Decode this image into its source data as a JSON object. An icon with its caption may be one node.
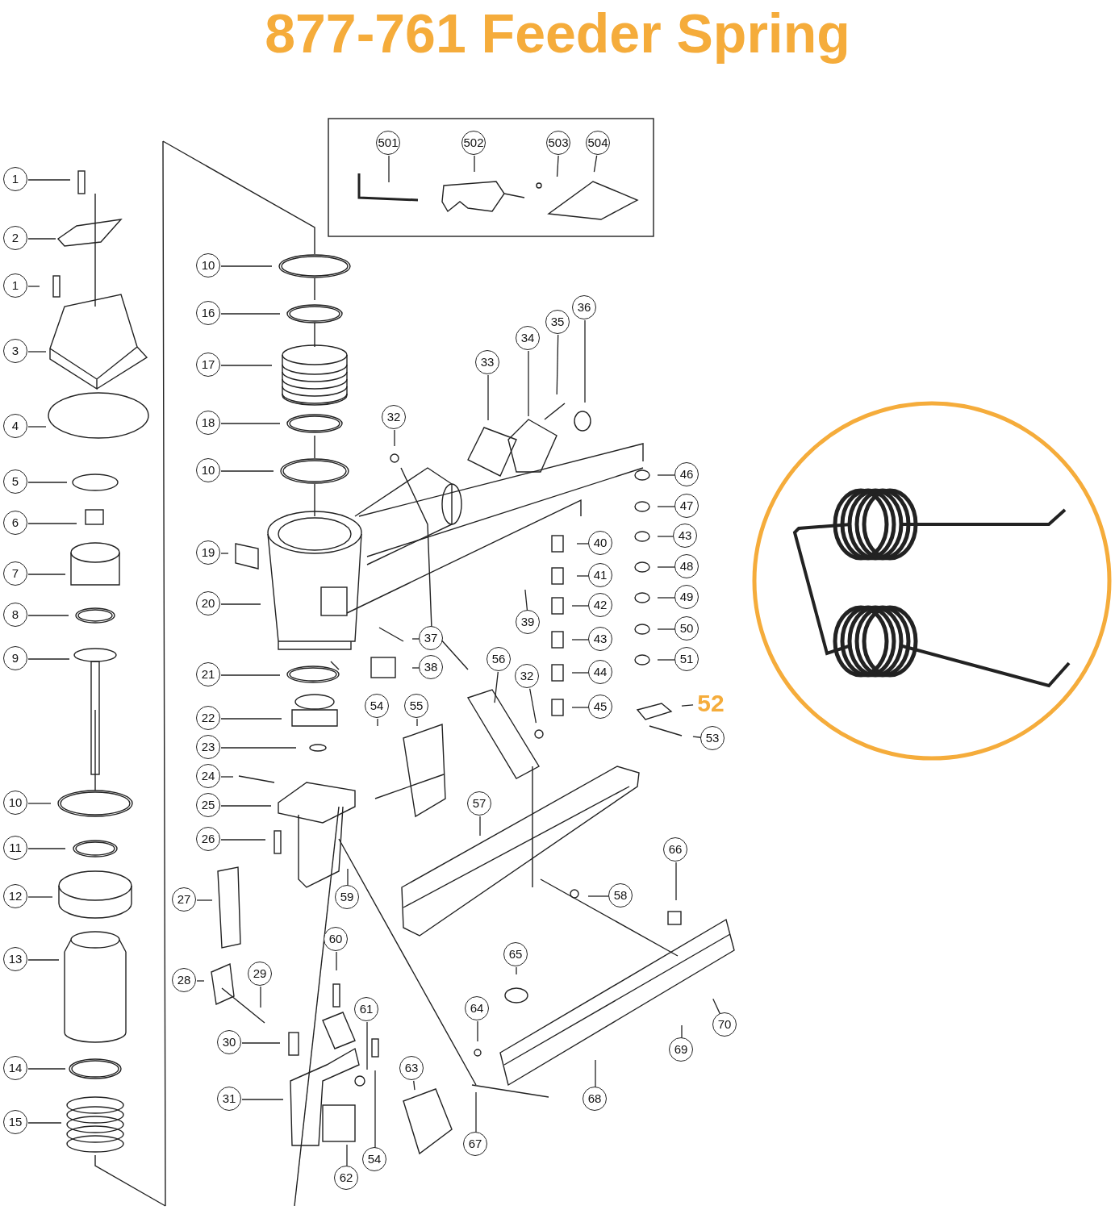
{
  "diagram": {
    "title": "877-761 Feeder Spring",
    "nodes": [
      {
        "text": [
          "501"
        ]
      },
      {
        "text": [
          "502"
        ]
      },
      {
        "text": [
          "503"
        ]
      },
      {
        "text": [
          "504"
        ]
      },
      {
        "text": [
          "1"
        ]
      },
      {
        "text": [
          "2"
        ]
      },
      {
        "text": [
          "1"
        ]
      },
      {
        "text": [
          "3"
        ]
      },
      {
        "text": [
          "4"
        ]
      },
      {
        "text": [
          "5"
        ]
      },
      {
        "text": [
          "6"
        ]
      },
      {
        "text": [
          "7"
        ]
      },
      {
        "text": [
          "8"
        ]
      },
      {
        "text": [
          "9"
        ]
      },
      {
        "text": [
          "10"
        ]
      },
      {
        "text": [
          "11"
        ]
      },
      {
        "text": [
          "12"
        ]
      },
      {
        "text": [
          "13"
        ]
      },
      {
        "text": [
          "14"
        ]
      },
      {
        "text": [
          "15"
        ]
      },
      {
        "text": [
          "10"
        ]
      },
      {
        "text": [
          "16"
        ]
      },
      {
        "text": [
          "17"
        ]
      },
      {
        "text": [
          "18"
        ]
      },
      {
        "text": [
          "10"
        ]
      },
      {
        "text": [
          "19"
        ]
      },
      {
        "text": [
          "20"
        ]
      },
      {
        "text": [
          "21"
        ]
      },
      {
        "text": [
          "22"
        ]
      },
      {
        "text": [
          "23"
        ]
      },
      {
        "text": [
          "24"
        ]
      },
      {
        "text": [
          "25"
        ]
      },
      {
        "text": [
          "26"
        ]
      },
      {
        "text": [
          "27"
        ]
      },
      {
        "text": [
          "28"
        ]
      },
      {
        "text": [
          "29"
        ]
      },
      {
        "text": [
          "30"
        ]
      },
      {
        "text": [
          "31"
        ]
      },
      {
        "text": [
          "32"
        ]
      },
      {
        "text": [
          "33"
        ]
      },
      {
        "text": [
          "34"
        ]
      },
      {
        "text": [
          "35"
        ]
      },
      {
        "text": [
          "36"
        ]
      },
      {
        "text": [
          "37"
        ]
      },
      {
        "text": [
          "38"
        ]
      },
      {
        "text": [
          "39"
        ]
      },
      {
        "text": [
          "40"
        ]
      },
      {
        "text": [
          "41"
        ]
      },
      {
        "text": [
          "42"
        ]
      },
      {
        "text": [
          "43"
        ]
      },
      {
        "text": [
          "44"
        ]
      },
      {
        "text": [
          "45"
        ]
      },
      {
        "text": [
          "46"
        ]
      },
      {
        "text": [
          "47"
        ]
      },
      {
        "text": [
          "43"
        ]
      },
      {
        "text": [
          "48"
        ]
      },
      {
        "text": [
          "49"
        ]
      },
      {
        "text": [
          "50"
        ]
      },
      {
        "text": [
          "51"
        ]
      },
      {
        "text": [
          "52"
        ]
      },
      {
        "text": [
          "53"
        ]
      },
      {
        "text": [
          "54"
        ]
      },
      {
        "text": [
          "55"
        ]
      },
      {
        "text": [
          "56"
        ]
      },
      {
        "text": [
          "32"
        ]
      },
      {
        "text": [
          "57"
        ]
      },
      {
        "text": [
          "58"
        ]
      },
      {
        "text": [
          "59"
        ]
      },
      {
        "text": [
          "60"
        ]
      },
      {
        "text": [
          "61"
        ]
      },
      {
        "text": [
          "62"
        ]
      },
      {
        "text": [
          "63"
        ]
      },
      {
        "text": [
          "54"
        ]
      },
      {
        "text": [
          "64"
        ]
      },
      {
        "text": [
          "65"
        ]
      },
      {
        "text": [
          "66"
        ]
      },
      {
        "text": [
          "67"
        ]
      },
      {
        "text": [
          "68"
        ]
      },
      {
        "text": [
          "69"
        ]
      },
      {
        "text": [
          "70"
        ]
      }
    ],
    "edges": [
      {
        "from": 0,
        "to": null,
        "arrow": "none"
      },
      {
        "from": 1,
        "to": null,
        "arrow": "none"
      },
      {
        "from": 2,
        "to": null,
        "arrow": "none"
      },
      {
        "from": 3,
        "to": null,
        "arrow": "none"
      },
      {
        "from": 4,
        "to": null,
        "arrow": "none"
      },
      {
        "from": 5,
        "to": null,
        "arrow": "none"
      },
      {
        "from": 6,
        "to": null,
        "arrow": "none"
      },
      {
        "from": 7,
        "to": null,
        "arrow": "none"
      },
      {
        "from": 8,
        "to": null,
        "arrow": "none"
      },
      {
        "from": 9,
        "to": null,
        "arrow": "none"
      },
      {
        "from": 10,
        "to": null,
        "arrow": "none"
      },
      {
        "from": 11,
        "to": null,
        "arrow": "none"
      },
      {
        "from": 12,
        "to": null,
        "arrow": "none"
      },
      {
        "from": 13,
        "to": null,
        "arrow": "none"
      },
      {
        "from": 14,
        "to": null,
        "arrow": "none"
      },
      {
        "from": 15,
        "to": null,
        "arrow": "none"
      },
      {
        "from": 16,
        "to": null,
        "arrow": "none"
      },
      {
        "from": 17,
        "to": null,
        "arrow": "none"
      },
      {
        "from": 18,
        "to": null,
        "arrow": "none"
      },
      {
        "from": 19,
        "to": null,
        "arrow": "none"
      },
      {
        "from": 20,
        "to": null,
        "arrow": "none"
      },
      {
        "from": 21,
        "to": null,
        "arrow": "none"
      },
      {
        "from": 22,
        "to": null,
        "arrow": "none"
      },
      {
        "from": 23,
        "to": null,
        "arrow": "none"
      },
      {
        "from": 24,
        "to": null,
        "arrow": "none"
      },
      {
        "from": 25,
        "to": null,
        "arrow": "none"
      },
      {
        "from": 26,
        "to": null,
        "arrow": "none"
      },
      {
        "from": 27,
        "to": null,
        "arrow": "none"
      },
      {
        "from": 28,
        "to": null,
        "arrow": "none"
      },
      {
        "from": 29,
        "to": null,
        "arrow": "none"
      },
      {
        "from": 30,
        "to": null,
        "arrow": "none"
      },
      {
        "from": 31,
        "to": null,
        "arrow": "none"
      },
      {
        "from": 32,
        "to": null,
        "arrow": "none"
      },
      {
        "from": 33,
        "to": null,
        "arrow": "none"
      },
      {
        "from": 34,
        "to": null,
        "arrow": "none"
      },
      {
        "from": 35,
        "to": null,
        "arrow": "none"
      },
      {
        "from": 36,
        "to": null,
        "arrow": "none"
      },
      {
        "from": 37,
        "to": null,
        "arrow": "none"
      },
      {
        "from": 38,
        "to": null,
        "arrow": "none"
      },
      {
        "from": 39,
        "to": null,
        "arrow": "none"
      },
      {
        "from": 40,
        "to": null,
        "arrow": "none"
      },
      {
        "from": 41,
        "to": null,
        "arrow": "none"
      },
      {
        "from": 42,
        "to": null,
        "arrow": "none"
      },
      {
        "from": 43,
        "to": null,
        "arrow": "none"
      },
      {
        "from": 44,
        "to": null,
        "arrow": "none"
      },
      {
        "from": 45,
        "to": null,
        "arrow": "none"
      },
      {
        "from": 46,
        "to": null,
        "arrow": "none"
      },
      {
        "from": 47,
        "to": null,
        "arrow": "none"
      },
      {
        "from": 48,
        "to": null,
        "arrow": "none"
      },
      {
        "from": 49,
        "to": null,
        "arrow": "none"
      },
      {
        "from": 50,
        "to": null,
        "arrow": "none"
      },
      {
        "from": 51,
        "to": null,
        "arrow": "none"
      },
      {
        "from": 52,
        "to": null,
        "arrow": "none"
      },
      {
        "from": 53,
        "to": null,
        "arrow": "none"
      },
      {
        "from": 54,
        "to": null,
        "arrow": "none"
      },
      {
        "from": 55,
        "to": null,
        "arrow": "none"
      },
      {
        "from": 56,
        "to": null,
        "arrow": "none"
      },
      {
        "from": 57,
        "to": null,
        "arrow": "none"
      },
      {
        "from": 58,
        "to": null,
        "arrow": "none"
      },
      {
        "from": 59,
        "to": null,
        "arrow": "none"
      },
      {
        "from": 60,
        "to": null,
        "arrow": "none"
      },
      {
        "from": 61,
        "to": null,
        "arrow": "none"
      },
      {
        "from": 62,
        "to": null,
        "arrow": "none"
      },
      {
        "from": 63,
        "to": null,
        "arrow": "none"
      },
      {
        "from": 64,
        "to": null,
        "arrow": "none"
      },
      {
        "from": 65,
        "to": null,
        "arrow": "none"
      },
      {
        "from": 66,
        "to": null,
        "arrow": "none"
      },
      {
        "from": 67,
        "to": null,
        "arrow": "none"
      },
      {
        "from": 68,
        "to": null,
        "arrow": "none"
      },
      {
        "from": 69,
        "to": null,
        "arrow": "none"
      },
      {
        "from": 70,
        "to": null,
        "arrow": "none"
      },
      {
        "from": 71,
        "to": null,
        "arrow": "none"
      },
      {
        "from": 72,
        "to": null,
        "arrow": "none"
      },
      {
        "from": 73,
        "to": null,
        "arrow": "none"
      },
      {
        "from": 74,
        "to": null,
        "arrow": "none"
      },
      {
        "from": 75,
        "to": null,
        "arrow": "none"
      },
      {
        "from": 76,
        "to": null,
        "arrow": "none"
      },
      {
        "from": 77,
        "to": null,
        "arrow": "none"
      },
      {
        "from": 78,
        "to": null,
        "arrow": "none"
      },
      {
        "from": 79,
        "to": null,
        "arrow": "none"
      }
    ]
  }
}
